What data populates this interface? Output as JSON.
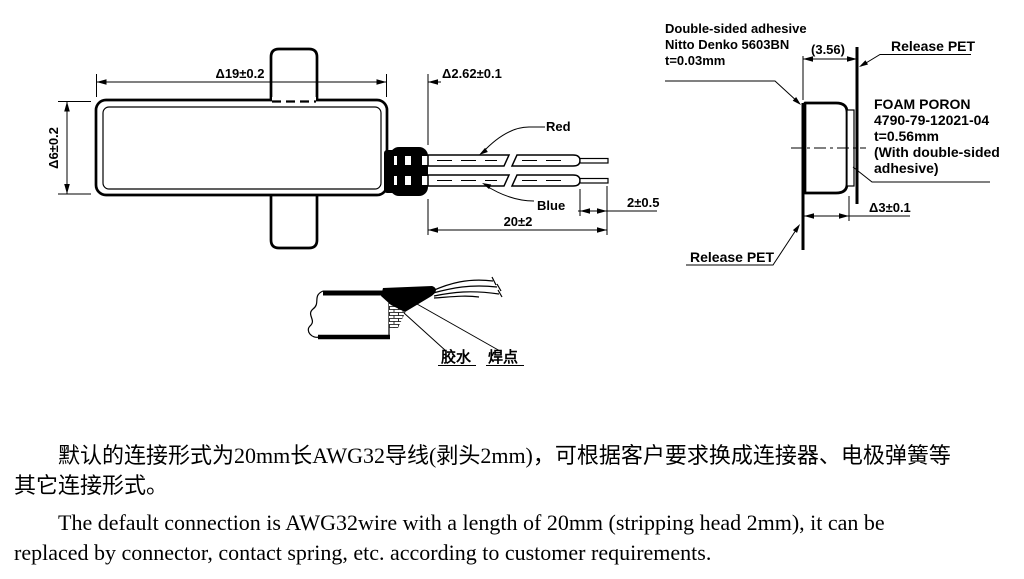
{
  "front_view": {
    "dim_width": "Δ19±0.2",
    "dim_height": "Δ6±0.2",
    "dim_tab_width": "Δ2.62±0.1",
    "wire_red": "Red",
    "wire_blue": "Blue",
    "dim_wire_length": "20±2",
    "dim_strip": "2±0.5"
  },
  "side_view": {
    "adhesive_line1": "Double-sided adhesive",
    "adhesive_line2": "Nitto Denko 5603BN",
    "adhesive_line3": "t=0.03mm",
    "dim_ref": "(3.56)",
    "release_pet_top": "Release PET",
    "foam_line1": "FOAM PORON",
    "foam_line2": "4790-79-12021-04",
    "foam_line3": "t=0.56mm",
    "foam_line4": "(With double-sided",
    "foam_line5": "adhesive)",
    "dim_depth": "Δ3±0.1",
    "release_pet_bottom": "Release PET"
  },
  "detail_view": {
    "glue": "胶水",
    "solder": "焊点"
  },
  "notes": {
    "zh_line1": "默认的连接形式为20mm长AWG32导线(剥头2mm)，可根据客户要求换成连接器、电极弹簧等",
    "zh_line2": "其它连接形式。",
    "en_line1": "The default connection is AWG32wire with a length of 20mm (stripping head 2mm), it can be",
    "en_line2": "replaced by connector, contact spring, etc. according to customer requirements."
  },
  "colors": {
    "ink": "#000000",
    "paper": "#ffffff"
  }
}
